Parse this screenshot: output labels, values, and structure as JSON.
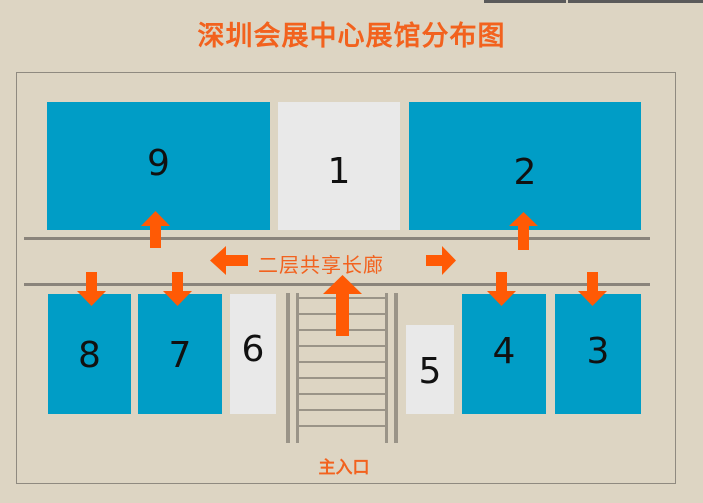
{
  "title": "深圳会展中心展馆分布图",
  "corridor_label": "二层共享长廊",
  "entrance_label": "主入口",
  "colors": {
    "background": "#ddd5c3",
    "hall_blue": "#009dc6",
    "hall_grey": "#e9e9e9",
    "accent": "#f2621e",
    "rail": "#8a847b"
  },
  "halls": {
    "h1": "1",
    "h2": "2",
    "h3": "3",
    "h4": "4",
    "h5": "5",
    "h6": "6",
    "h7": "7",
    "h8": "8",
    "h9": "9"
  }
}
